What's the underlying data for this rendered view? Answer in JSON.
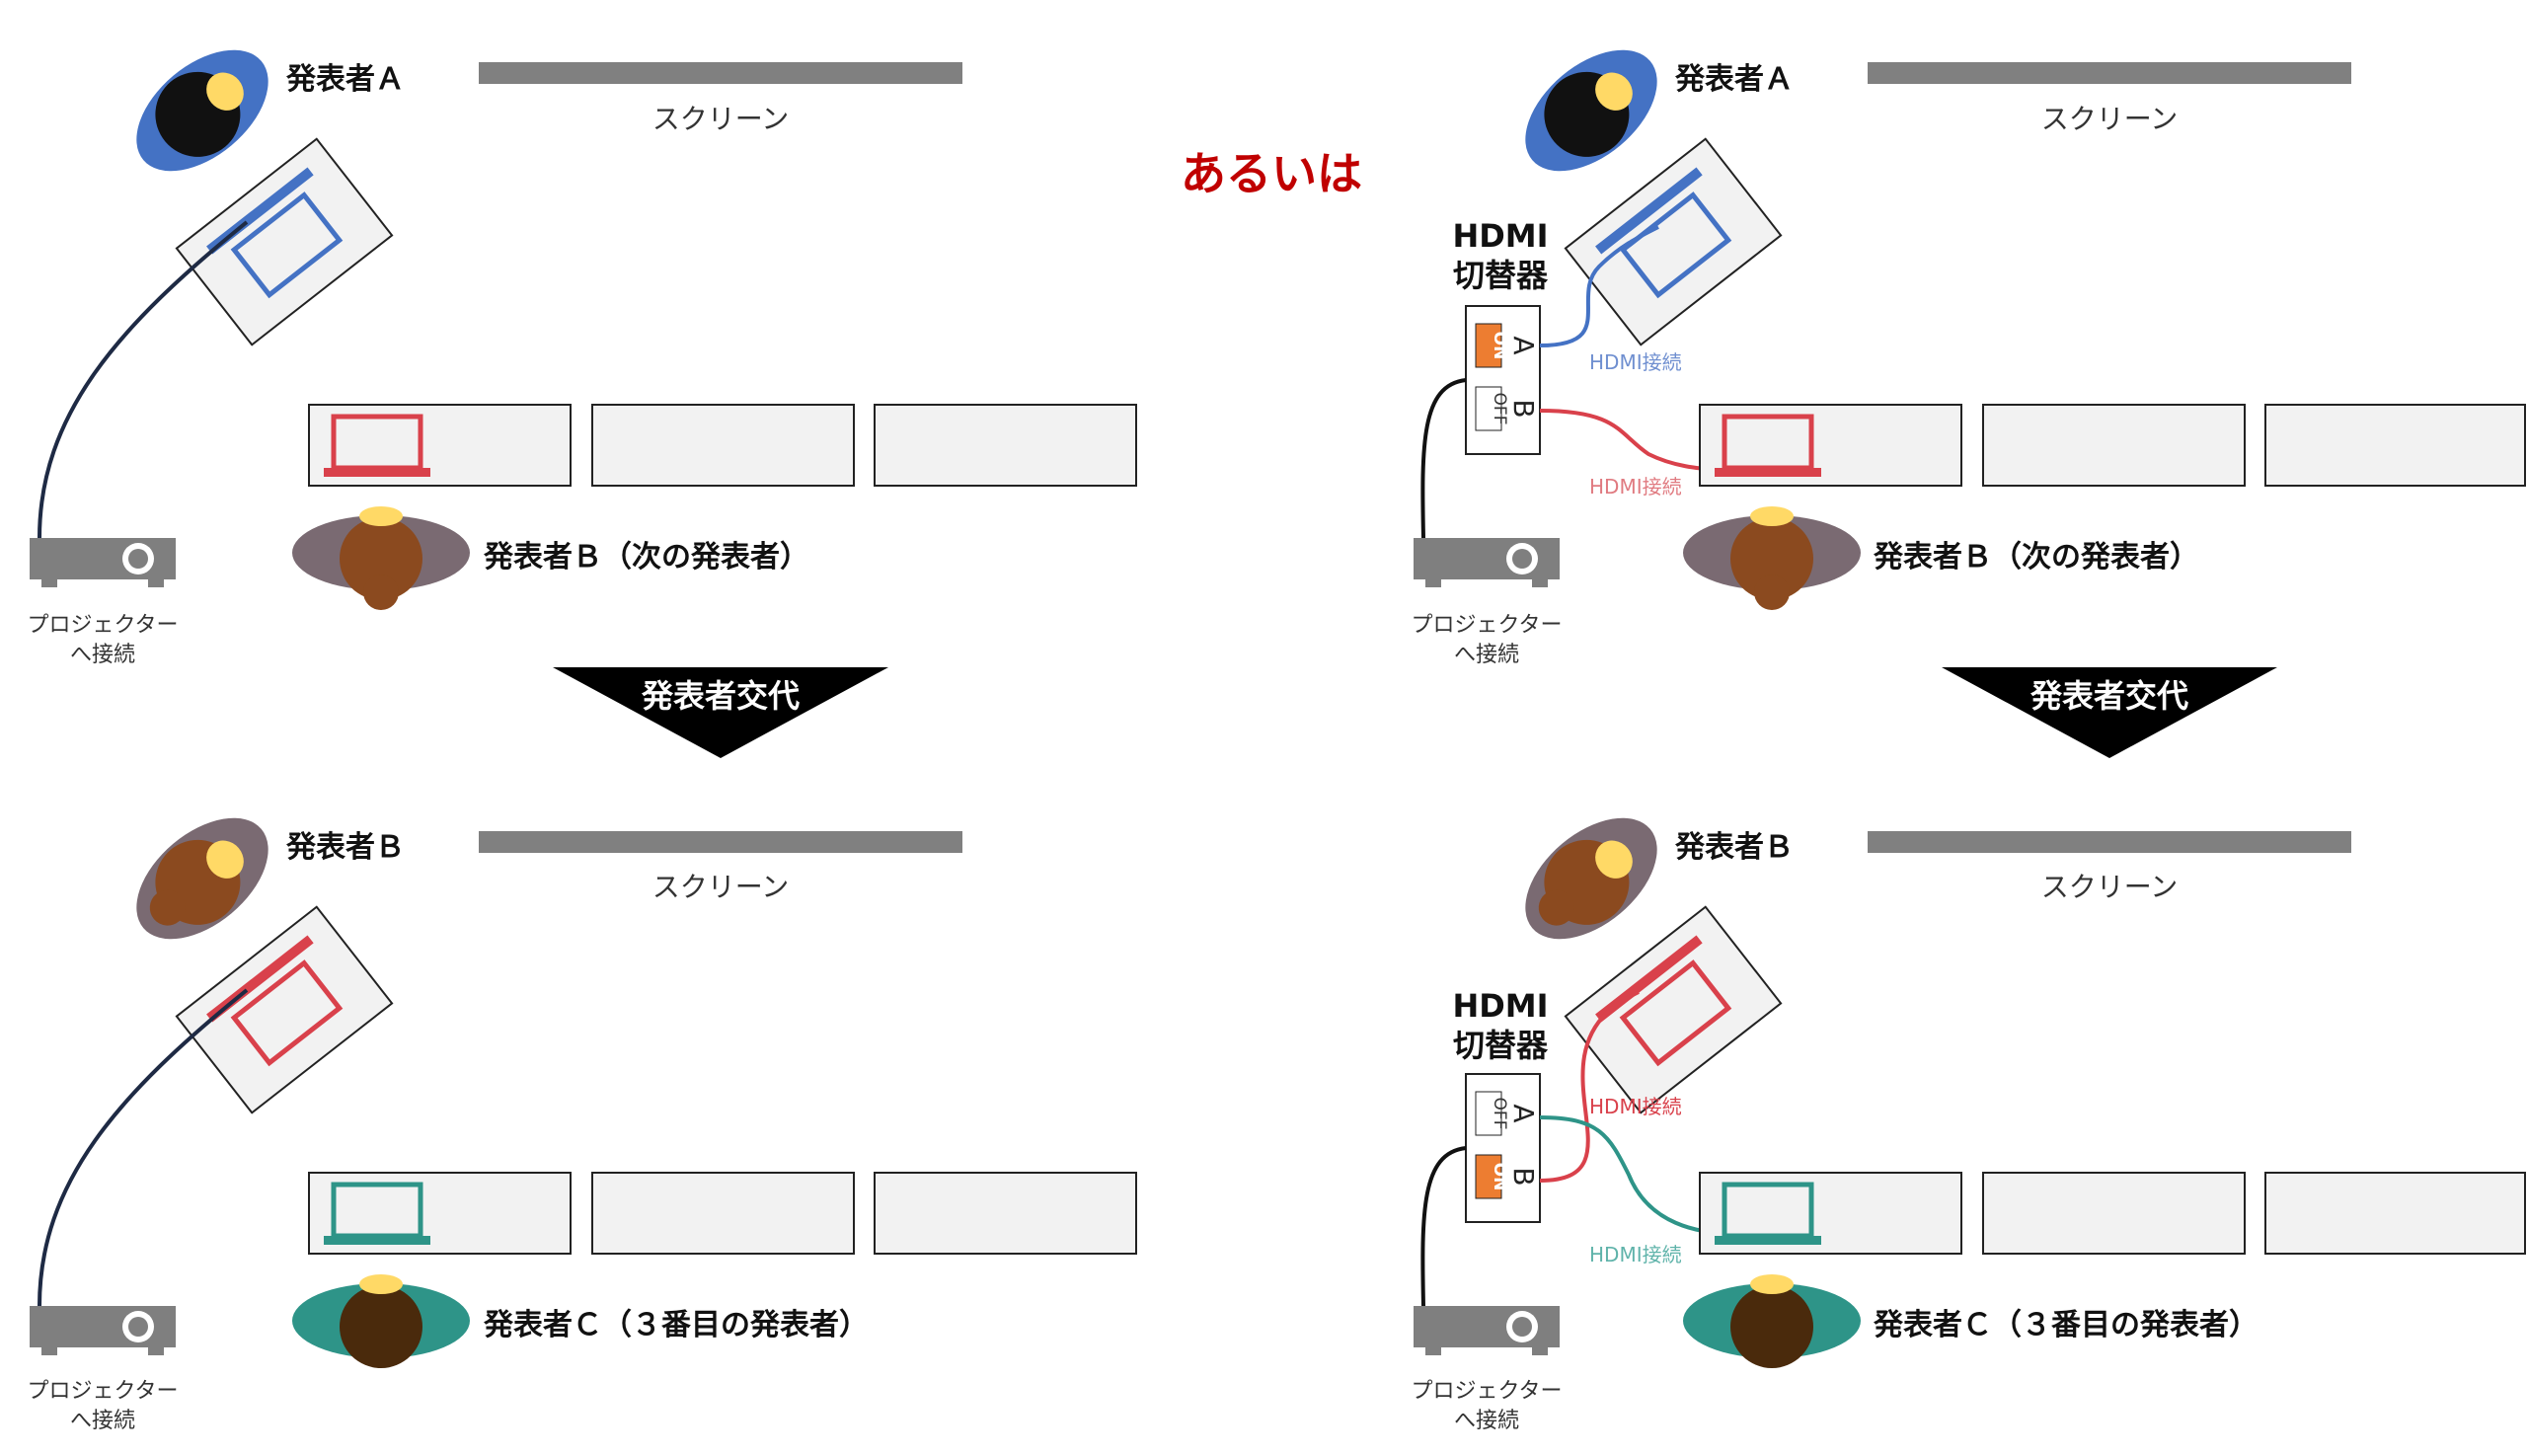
{
  "colors": {
    "presenter_a": "#4472c4",
    "presenter_b": "#7a6a72",
    "presenter_c": "#2e9488",
    "laptop_red": "#d9414b",
    "laptop_teal": "#2e9488",
    "cable_dark": "#1e2a44",
    "cable_blue": "#4472c4",
    "switch_on": "#ed7d31",
    "screen_bar": "#808080",
    "accent_or": "#c00000"
  },
  "labels": {
    "or_label": "あるいは",
    "screen": "スクリーン",
    "projector_line1": "プロジェクター",
    "projector_line2": "へ接続",
    "swap_banner": "発表者交代",
    "hdmi_switch_line1": "HDMI",
    "hdmi_switch_line2": "切替器",
    "hdmi_connection": "HDMI接続",
    "port_a": "A",
    "port_b": "B",
    "switch_on": "ON",
    "switch_off": "OFF"
  },
  "panels": {
    "left_top": {
      "presenter_front": "発表者Ａ",
      "presenter_next": "発表者Ｂ（次の発表者）"
    },
    "left_bottom": {
      "presenter_front": "発表者Ｂ",
      "presenter_next": "発表者Ｃ（３番目の発表者）"
    },
    "right_top": {
      "presenter_front": "発表者Ａ",
      "presenter_next": "発表者Ｂ（次の発表者）"
    },
    "right_bottom": {
      "presenter_front": "発表者Ｂ",
      "presenter_next": "発表者Ｃ（３番目の発表者）"
    }
  }
}
